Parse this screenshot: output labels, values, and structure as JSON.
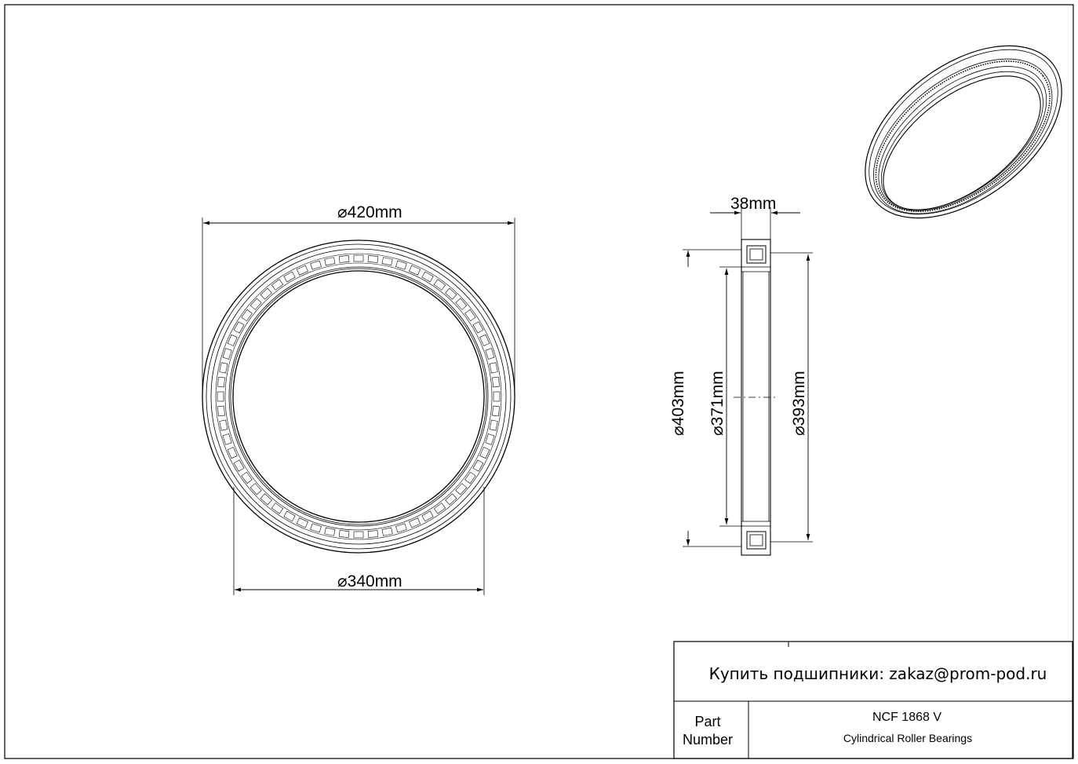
{
  "dimensions": {
    "outer_diameter": "420mm",
    "bore_diameter": "340mm",
    "width": "38mm",
    "d403": "403mm",
    "d371": "371mm",
    "d393": "393mm"
  },
  "diameter_symbol": "⌀",
  "title_block": {
    "buy_text": "Купить подшипники: zakaz@prom-pod.ru",
    "part_label_line1": "Part",
    "part_label_line2": "Number",
    "part_number": "NCF 1868 V",
    "part_type": "Cylindrical Roller Bearings"
  }
}
